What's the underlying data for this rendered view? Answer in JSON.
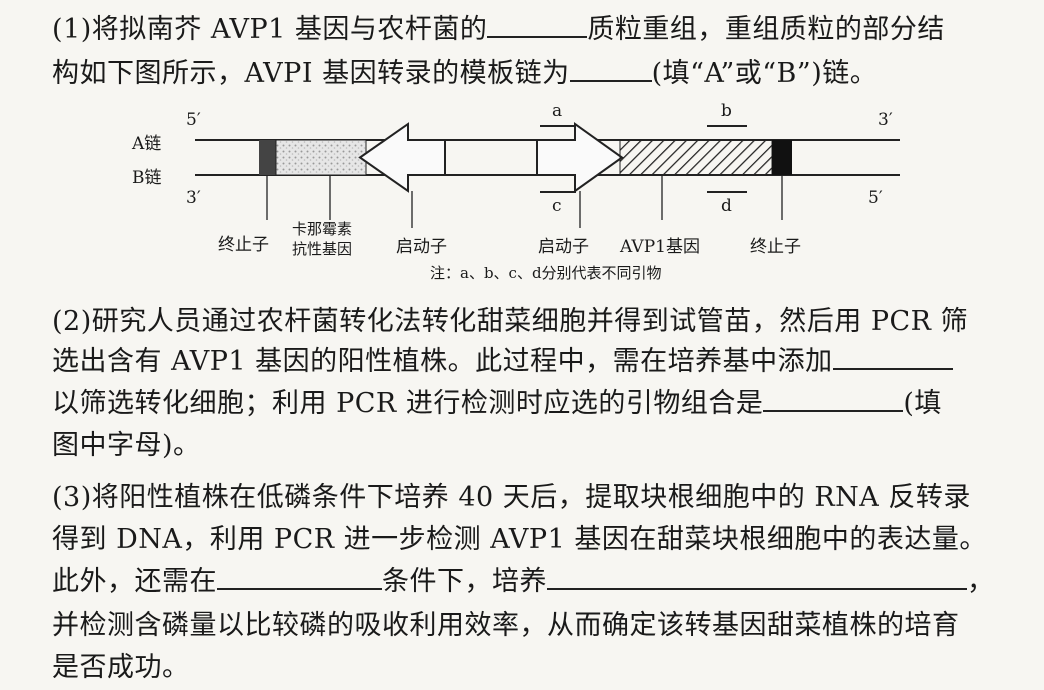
{
  "q1": {
    "line1_a": "(1)将拟南芥 AVP1 基因与农杆菌的",
    "line1_b": "质粒重组，重组质粒的部分结",
    "line2_a": "构如下图所示，AVPI 基因转录的模板链为",
    "line2_b": "(填“A”或“B”)链。"
  },
  "diagram": {
    "strand_a": "A链",
    "strand_b": "B链",
    "end_5_top": "5′",
    "end_3_top": "3′",
    "end_3_bottom": "3′",
    "end_5_bottom": "5′",
    "primer_a": "a",
    "primer_b": "b",
    "primer_c": "c",
    "primer_d": "d",
    "label_terminator_left": "终止子",
    "label_kan_line1": "卡那霉素",
    "label_kan_line2": "抗性基因",
    "label_promoter_left": "启动子",
    "label_promoter_right": "启动子",
    "label_avp1": "AVP1基因",
    "label_terminator_right": "终止子",
    "note": "注：a、b、c、d分别代表不同引物"
  },
  "q2": {
    "line1": "(2)研究人员通过农杆菌转化法转化甜菜细胞并得到试管苗，然后用 PCR 筛",
    "line2_a": "选出含有 AVP1 基因的阳性植株。此过程中，需在培养基中添加",
    "line3_a": "以筛选转化细胞；利用 PCR 进行检测时应选的引物组合是",
    "line3_b": "(填",
    "line4": "图中字母)。"
  },
  "q3": {
    "line1": "(3)将阳性植株在低磷条件下培养 40 天后，提取块根细胞中的 RNA 反转录",
    "line2": "得到 DNA，利用 PCR 进一步检测 AVP1 基因在甜菜块根细胞中的表达量。",
    "line3_a": "此外，还需在",
    "line3_b": "条件下，培养",
    "line3_c": "，",
    "line4": "并检测含磷量以比较磷的吸收利用效率，从而确定该转基因甜菜植株的培育",
    "line5": "是否成功。"
  }
}
